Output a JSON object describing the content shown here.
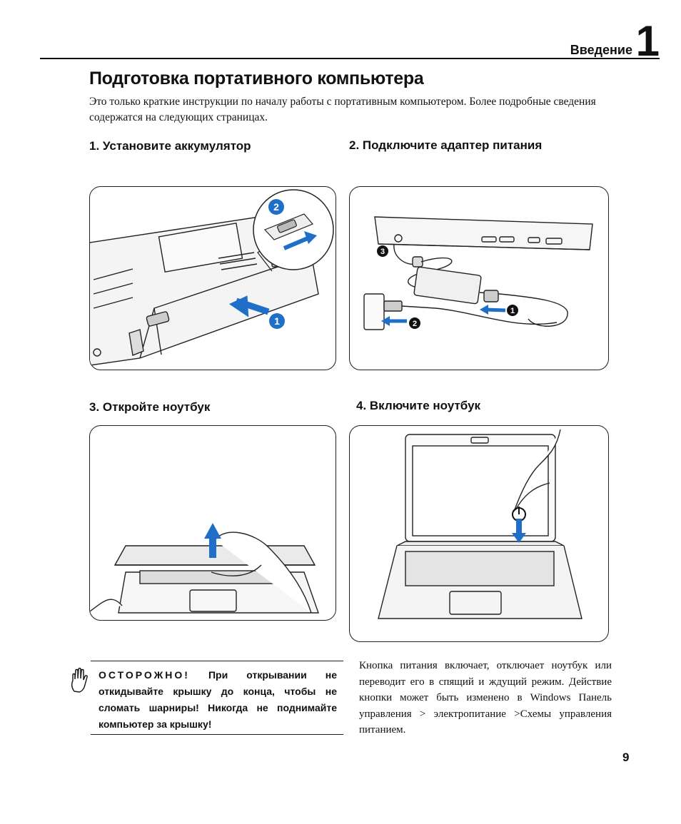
{
  "header": {
    "chapter_label": "Введение",
    "chapter_number": "1"
  },
  "page_title": "Подготовка портативного компьютера",
  "intro": "Это только краткие инструкции по началу работы с портативным компьютером. Более подробные сведения содержатся на следующих страницах.",
  "steps": [
    {
      "heading": "1. Установите аккумулятор",
      "illustration": "battery-install-illustration",
      "badges": [
        "1",
        "2"
      ]
    },
    {
      "heading": "2. Подключите адаптер питания",
      "illustration": "power-adapter-illustration",
      "badges": [
        "1",
        "2",
        "3"
      ]
    },
    {
      "heading": "3. Откройте ноутбук",
      "illustration": "open-laptop-illustration"
    },
    {
      "heading": "4. Включите ноутбук",
      "illustration": "power-on-illustration"
    }
  ],
  "warning": {
    "icon": "hand-icon",
    "lead": "ОСТОРОЖНО!",
    "text": "При открывании не откидывайте крышку до конца, чтобы не сломать шарниры! Никогда не поднимайте компьютер за крышку!"
  },
  "power_note": "Кнопка питания включает, отключает ноутбук или переводит его в спящий и ждущий режим. Действие кнопки может быть изменено в Windows Панель управления > электропитание >Схемы управления питанием.",
  "page_number": "9",
  "colors": {
    "accent": "#1f6fc9",
    "line": "#222222",
    "shade": "#d9d9d9"
  }
}
